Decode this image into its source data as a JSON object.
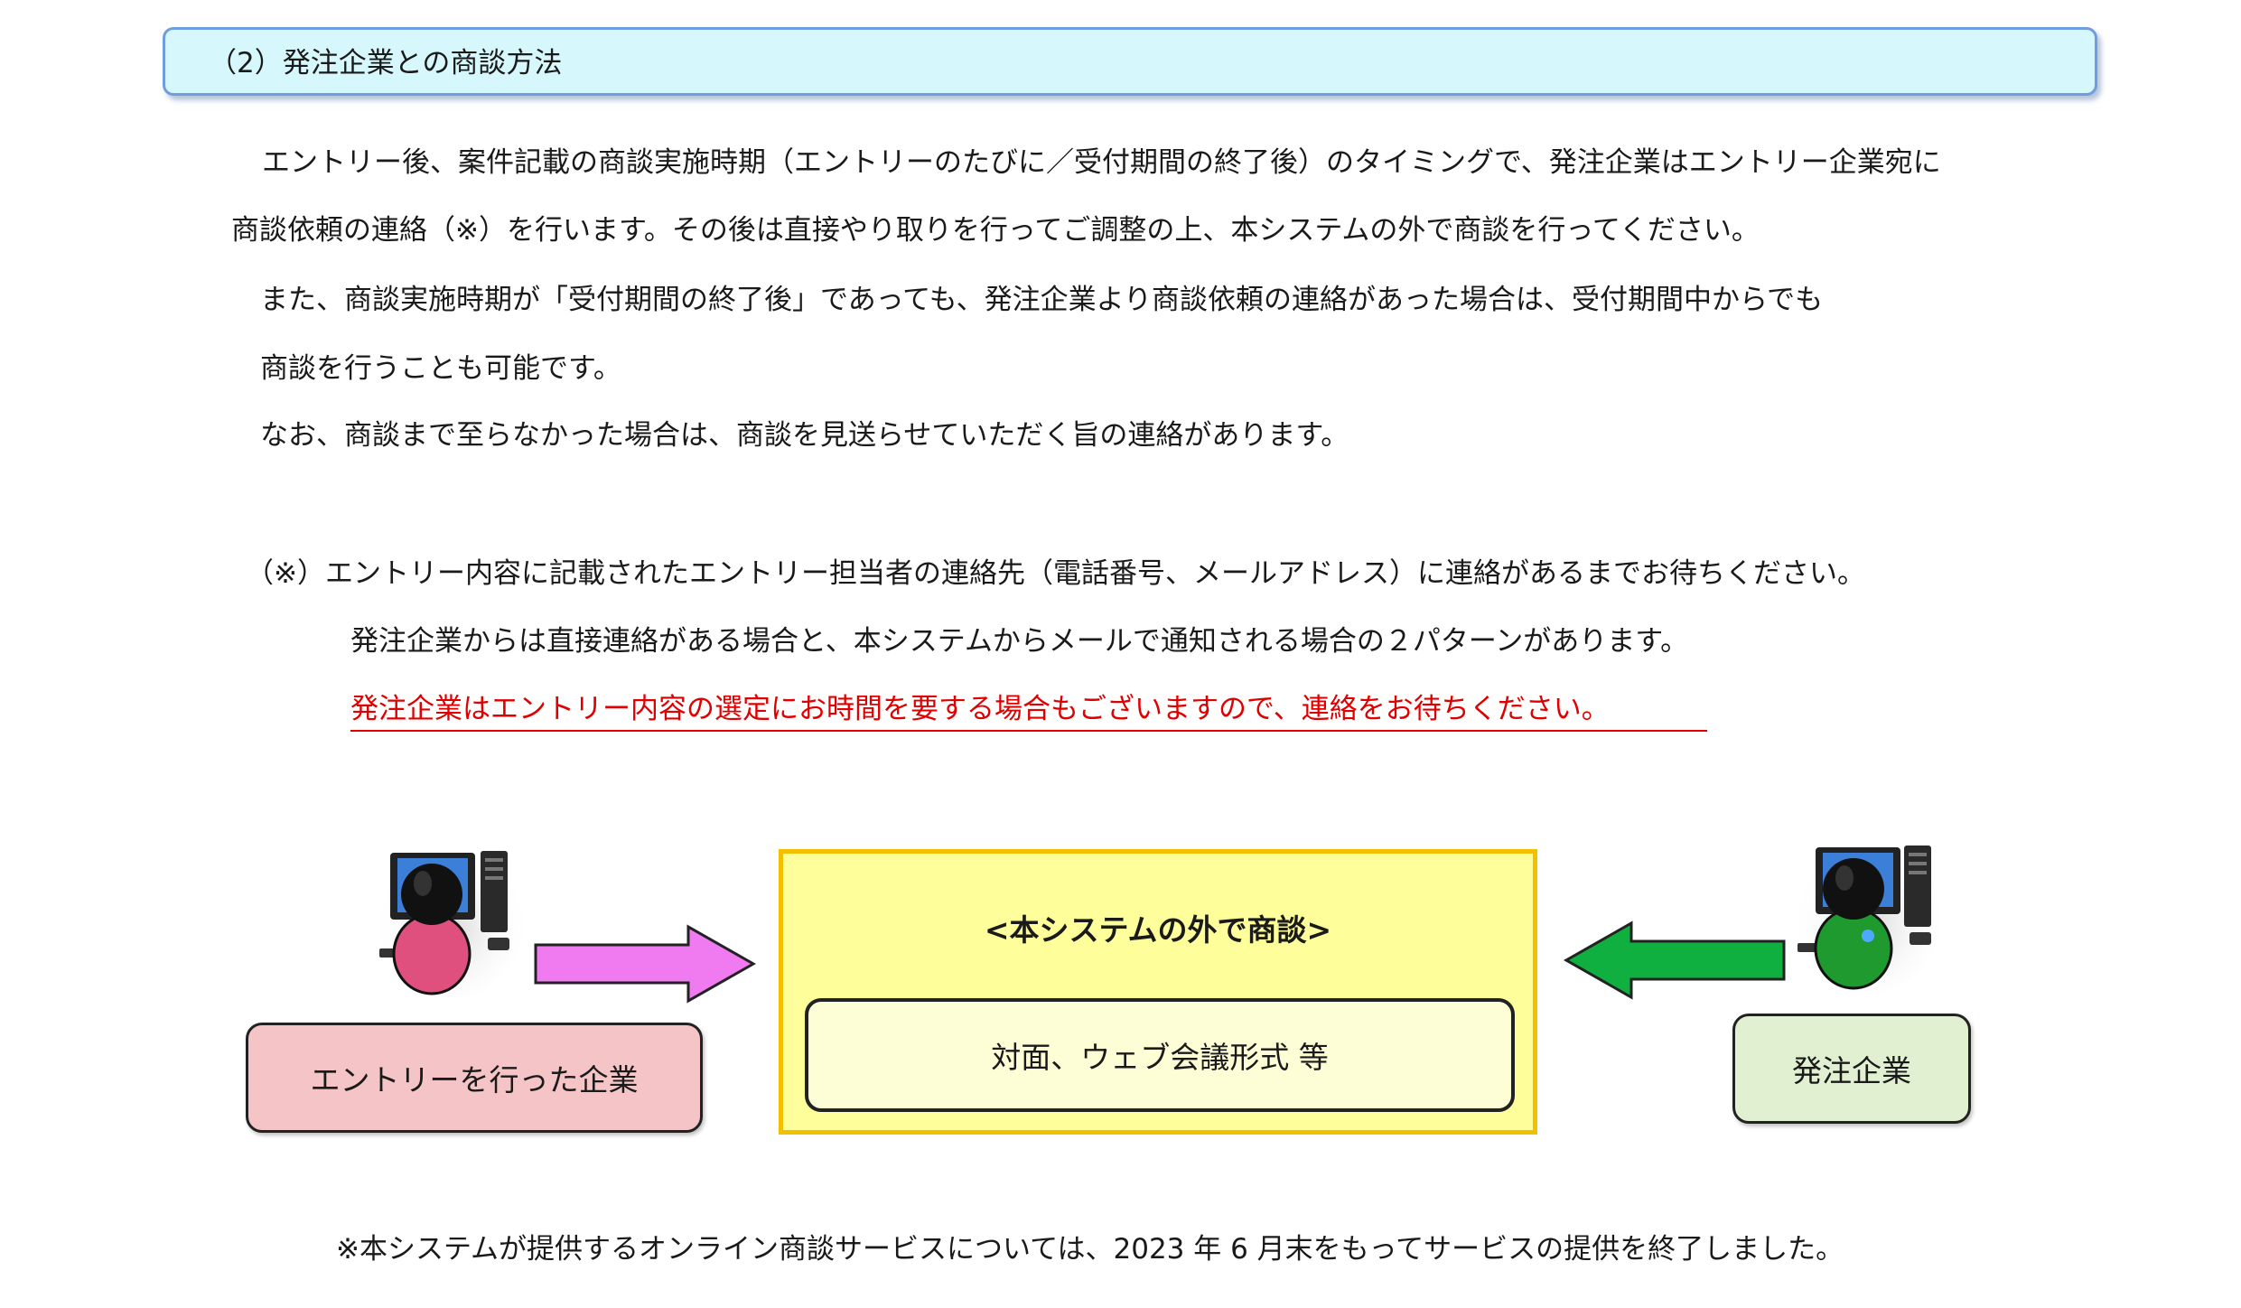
{
  "section": {
    "title": "（2）発注企業との商談方法"
  },
  "body": {
    "p1_line1": "エントリー後、案件記載の商談実施時期（エントリーのたびに／受付期間の終了後）のタイミングで、発注企業はエントリー企業宛に",
    "p1_line2": "商談依頼の連絡（※）を行います。その後は直接やり取りを行ってご調整の上、本システムの外で商談を行ってください。",
    "p2_line1": "また、商談実施時期が「受付期間の終了後」であっても、発注企業より商談依頼の連絡があった場合は、受付期間中からでも",
    "p2_line2": "商談を行うことも可能です。",
    "p3_line1": "なお、商談まで至らなかった場合は、商談を見送らせていただく旨の連絡があります。"
  },
  "note": {
    "line1": "（※）エントリー内容に記載されたエントリー担当者の連絡先（電話番号、メールアドレス）に連絡があるまでお待ちください。",
    "line2": "発注企業からは直接連絡がある場合と、本システムからメールで通知される場合の２パターンがあります。",
    "line3_red": "発注企業はエントリー内容の選定にお時間を要する場合もございますので、連絡をお待ちください。"
  },
  "diagram": {
    "left_label": "エントリーを行った企業",
    "right_label": "発注企業",
    "center_title": "<本システムの外で商談>",
    "center_inner": "対面、ウェブ会議形式 等",
    "left_person_color": "#e0507f",
    "right_person_color": "#1f9a2e",
    "left_arrow_color": "#f07af0",
    "right_arrow_color": "#10b040"
  },
  "footer": {
    "note": "※本システムが提供するオンライン商談サービスについては、2023 年 6 月末をもってサービスの提供を終了しました。"
  }
}
